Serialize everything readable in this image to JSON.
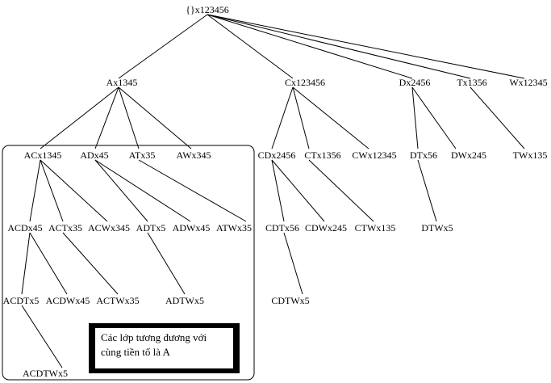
{
  "nodes": {
    "root": "{}x123456",
    "A": "Ax1345",
    "C": "Cx123456",
    "D": "Dx2456",
    "T": "Tx1356",
    "W": "Wx12345",
    "AC": "ACx1345",
    "AD": "ADx45",
    "AT": "ATx35",
    "AW": "AWx345",
    "CD": "CDx2456",
    "CT": "CTx1356",
    "CW": "CWx12345",
    "DT": "DTx56",
    "DW": "DWx245",
    "TW": "TWx135",
    "ACD": "ACDx45",
    "ACT": "ACTx35",
    "ACW": "ACWx345",
    "ADT": "ADTx5",
    "ADW": "ADWx45",
    "ATW": "ATWx35",
    "CDT": "CDTx56",
    "CDW": "CDWx245",
    "CTW": "CTWx135",
    "DTW": "DTWx5",
    "ACDT": "ACDTx5",
    "ACDW": "ACDWx45",
    "ACTW": "ACTWx35",
    "ADTW": "ADTWx5",
    "CDTW": "CDTWx5",
    "ACDTW": "ACDTWx5"
  },
  "legend": {
    "line1": "Các lớp tương đương với",
    "line2": "cùng tiền tố là A"
  }
}
